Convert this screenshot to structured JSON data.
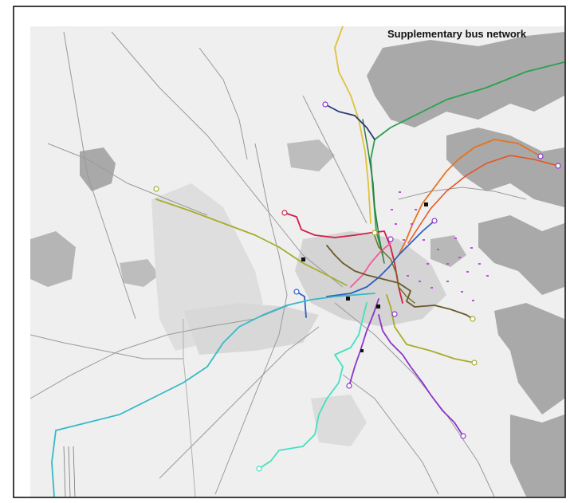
{
  "title": "Supplementary bus network",
  "colors": {
    "water": "#a9a9a9",
    "urban": "#cfcfcf",
    "background": "#efefef",
    "road": "#9a9a9a",
    "stops": "#c34be0"
  },
  "routes": [
    {
      "id": "yellow",
      "color": "#e0c23a"
    },
    {
      "id": "green",
      "color": "#2aa14f"
    },
    {
      "id": "dark-green",
      "color": "#2f7d3e"
    },
    {
      "id": "navy",
      "color": "#2a3a7a"
    },
    {
      "id": "orange",
      "color": "#e8721e"
    },
    {
      "id": "red-orange",
      "color": "#e8501e"
    },
    {
      "id": "olive",
      "color": "#a6ad2b"
    },
    {
      "id": "crimson",
      "color": "#d41e48"
    },
    {
      "id": "pink",
      "color": "#f25c9a"
    },
    {
      "id": "blue",
      "color": "#2e5fc0"
    },
    {
      "id": "teal",
      "color": "#36b9c8"
    },
    {
      "id": "aqua",
      "color": "#43e0c0"
    },
    {
      "id": "purple",
      "color": "#8b35c9"
    },
    {
      "id": "brown",
      "color": "#6b5a2a"
    },
    {
      "id": "dark-olive",
      "color": "#6f6a1e"
    }
  ]
}
